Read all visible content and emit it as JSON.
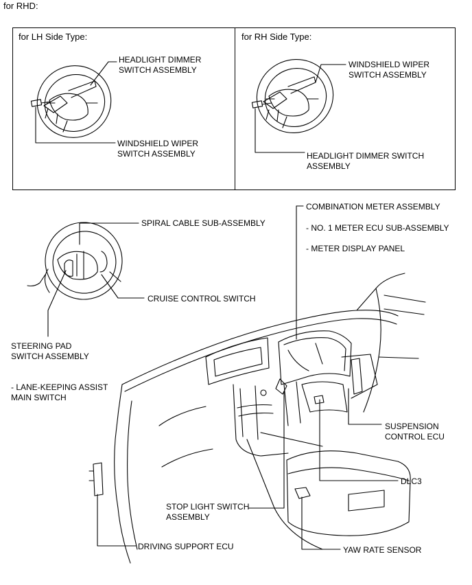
{
  "header": {
    "title": "for RHD:"
  },
  "panels": {
    "lh": {
      "title": "for LH Side Type:",
      "label_top": [
        "HEADLIGHT DIMMER",
        "SWITCH ASSEMBLY"
      ],
      "label_bottom": [
        "WINDSHIELD WIPER",
        "SWITCH ASSEMBLY"
      ]
    },
    "rh": {
      "title": "for RH Side Type:",
      "label_top": [
        "WINDSHIELD WIPER",
        "SWITCH ASSEMBLY"
      ],
      "label_bottom": [
        "HEADLIGHT DIMMER SWITCH",
        "ASSEMBLY"
      ]
    }
  },
  "components": {
    "spiral_cable": "SPIRAL CABLE SUB-ASSEMBLY",
    "cruise_control": "CRUISE CONTROL SWITCH",
    "steering_pad": [
      "STEERING PAD",
      "SWITCH ASSEMBLY"
    ],
    "lane_keeping": [
      "- LANE-KEEPING ASSIST",
      "MAIN SWITCH"
    ],
    "combination_meter": "COMBINATION METER ASSEMBLY",
    "meter_ecu": "- NO. 1 METER ECU SUB-ASSEMBLY",
    "meter_display": "- METER DISPLAY PANEL",
    "suspension_ecu": [
      "SUSPENSION",
      "CONTROL ECU"
    ],
    "dlc3": "DLC3",
    "stop_light": [
      "STOP LIGHT SWITCH",
      "ASSEMBLY"
    ],
    "driving_support": "DRIVING SUPPORT ECU",
    "yaw_rate": "YAW RATE SENSOR"
  }
}
